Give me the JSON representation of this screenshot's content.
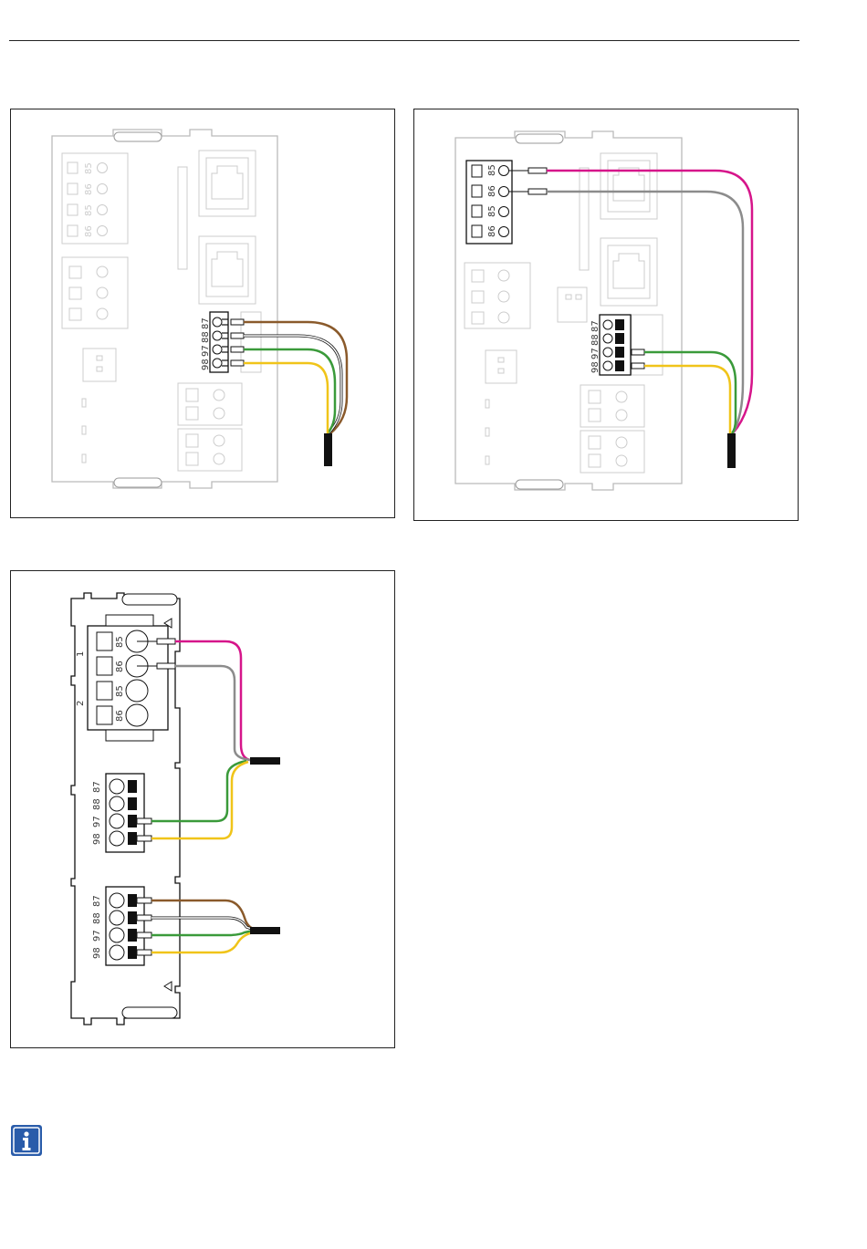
{
  "terminals": {
    "coil": [
      "85",
      "86",
      "85",
      "86"
    ],
    "relay": [
      "98",
      "97",
      "88",
      "87"
    ],
    "group": [
      "1",
      "2"
    ]
  },
  "icons": [
    "info-icon"
  ],
  "wire_colors": {
    "brown": "#8a5a2b",
    "white": "#ffffff",
    "green": "#3a9a3a",
    "yellow": "#f0c419",
    "magenta": "#d6158a",
    "gray": "#8c8c8c",
    "cable": "#111111"
  },
  "accent": "#2a5caa"
}
